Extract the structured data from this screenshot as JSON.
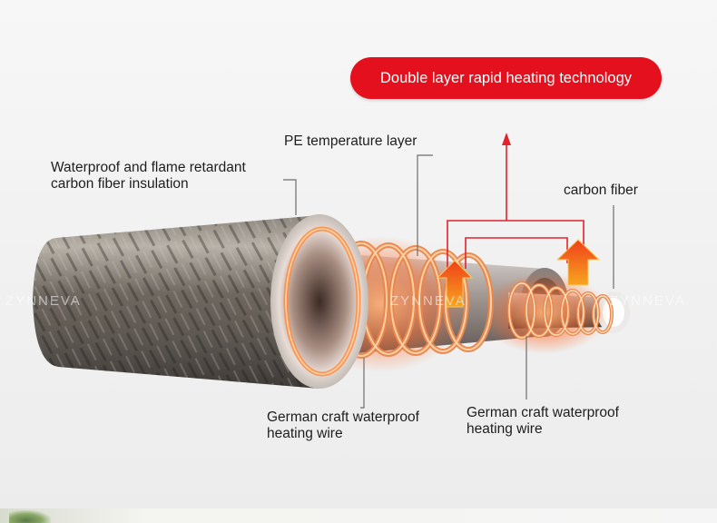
{
  "title": "Double layer rapid heating technology",
  "labels": {
    "pe_layer": "PE temperature layer",
    "insulation_line1": "Waterproof and flame retardant",
    "insulation_line2": "carbon fiber insulation",
    "carbon_fiber": "carbon fiber",
    "wire_left_line1": "German craft waterproof",
    "wire_left_line2": "heating wire",
    "wire_right_line1": "German craft waterproof",
    "wire_right_line2": "heating wire"
  },
  "watermark": "ZYNNEVA",
  "colors": {
    "accent_red": "#e4101d",
    "arrow_orange": "#f26a1b",
    "coil_glow": "#ff9a4a"
  }
}
